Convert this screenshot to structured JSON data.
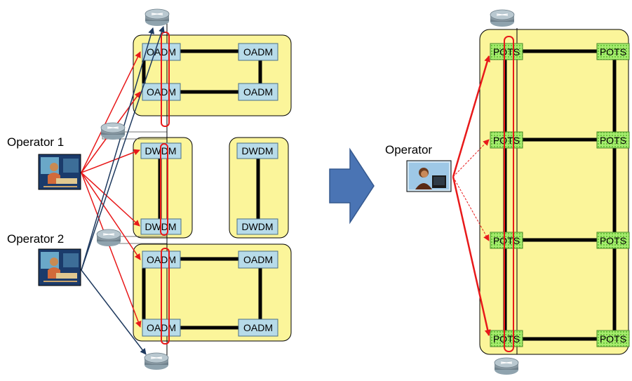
{
  "left": {
    "operator1_label": "Operator 1",
    "operator2_label": "Operator 2",
    "top_ring": {
      "nodes": [
        "OADM",
        "OADM",
        "OADM",
        "OADM"
      ]
    },
    "middle_dwdm_left": {
      "nodes": [
        "DWDM",
        "DWDM"
      ]
    },
    "middle_dwdm_right": {
      "nodes": [
        "DWDM",
        "DWDM"
      ]
    },
    "bottom_ring": {
      "nodes": [
        "OADM",
        "OADM",
        "OADM",
        "OADM"
      ]
    }
  },
  "right": {
    "operator_label": "Operator",
    "pots_nodes": [
      "POTS",
      "POTS",
      "POTS",
      "POTS",
      "POTS",
      "POTS",
      "POTS",
      "POTS"
    ]
  },
  "colors": {
    "domain_fill": "#fbf59a",
    "oadm_fill": "#b7dbe9",
    "pots_fill": "#9ee86a",
    "red_arrow": "#e8191a",
    "navy_arrow": "#1f3a5f",
    "big_arrow": "#4a74b4"
  }
}
